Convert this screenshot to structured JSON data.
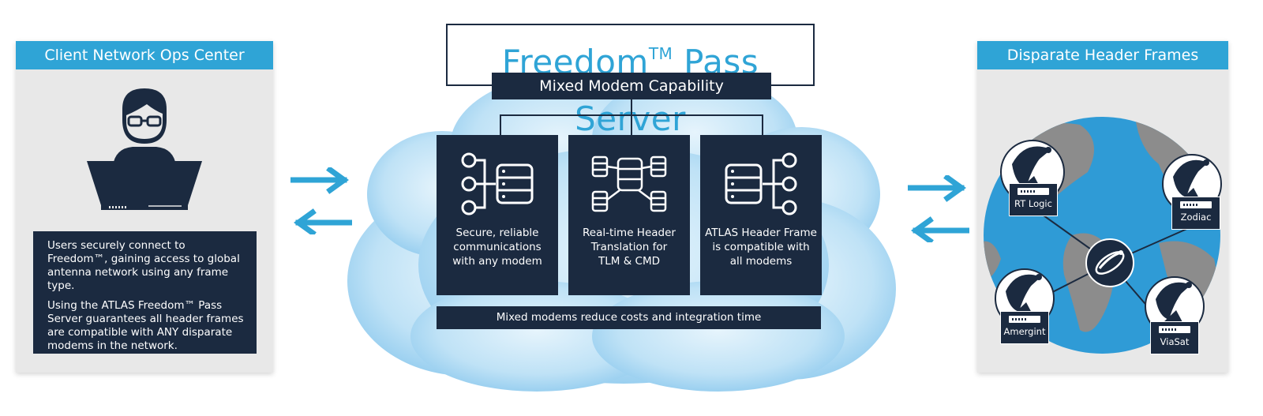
{
  "left_panel": {
    "title": "Client Network Ops Center",
    "paragraph1": "Users securely connect to Freedom™, gaining access to global antenna network using any frame type.",
    "paragraph2": "Using the ATLAS Freedom™ Pass Server guarantees all header frames are compatible with ANY disparate modems in the network."
  },
  "center": {
    "title_main": "Freedom",
    "title_tm": "TM",
    "title_rest": " Pass Server",
    "subtitle": "Mixed Modem Capability",
    "features": [
      {
        "lines": [
          "Secure, reliable",
          "communications",
          "with any modem"
        ]
      },
      {
        "lines": [
          "Real-time Header",
          "Translation for",
          "TLM & CMD"
        ]
      },
      {
        "lines": [
          "ATLAS Header Frame",
          "is compatible with",
          "all modems"
        ]
      }
    ],
    "bottom_bar": "Mixed modems reduce costs and integration time"
  },
  "right_panel": {
    "title": "Disparate Header Frames",
    "modems": [
      "RT Logic",
      "Zodiac",
      "Amergint",
      "ViaSat"
    ]
  },
  "colors": {
    "accent": "#2fa4d6",
    "navy": "#1b2a40",
    "panel_bg": "#e8e8e8",
    "cloud": "#a9d6f2",
    "ocean": "#2f9bd6",
    "land": "#8c8c8c"
  }
}
